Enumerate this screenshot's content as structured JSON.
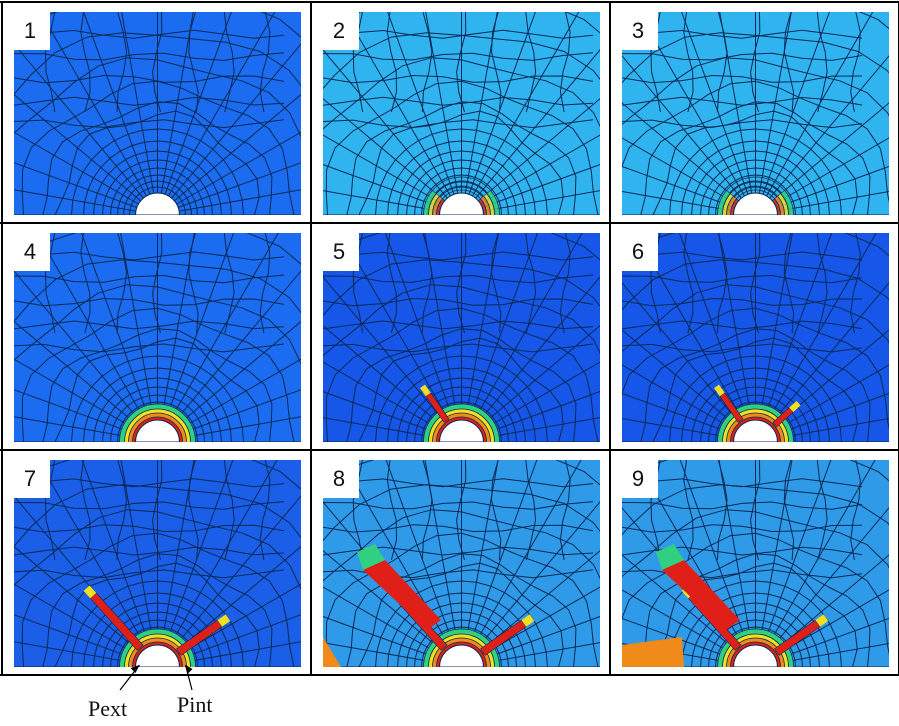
{
  "panels": [
    {
      "label": "1",
      "bg": "#1b6cf0",
      "ring": "none",
      "cracks": []
    },
    {
      "label": "2",
      "bg": "#30b4f0",
      "ring": "partial",
      "cracks": []
    },
    {
      "label": "3",
      "bg": "#30b4f0",
      "ring": "partial",
      "cracks": []
    },
    {
      "label": "4",
      "bg": "#1b6cf0",
      "ring": "full",
      "cracks": []
    },
    {
      "label": "5",
      "bg": "#1656e8",
      "ring": "full",
      "cracks": [
        "left-small"
      ]
    },
    {
      "label": "6",
      "bg": "#1656e8",
      "ring": "full",
      "cracks": [
        "left-small",
        "right-small"
      ]
    },
    {
      "label": "7",
      "bg": "#1b5fe8",
      "ring": "full",
      "cracks": [
        "left-long",
        "right-long"
      ]
    },
    {
      "label": "8",
      "bg": "#2f9ae8",
      "ring": "full",
      "cracks": [
        "left-long",
        "right-long",
        "branch",
        "corner"
      ]
    },
    {
      "label": "9",
      "bg": "#2f9ae8",
      "ring": "full",
      "cracks": [
        "left-long",
        "right-long",
        "branch",
        "corner-large"
      ]
    }
  ],
  "annotations": {
    "pext": "Pext",
    "pint": "Pint"
  },
  "colors": {
    "mesh_line": "#0a2a55",
    "crack_red": "#e02018",
    "crack_orange": "#f08a18",
    "crack_yellow": "#f0e020",
    "crack_green": "#30d080",
    "hole": "#ffffff",
    "border": "#000000"
  }
}
